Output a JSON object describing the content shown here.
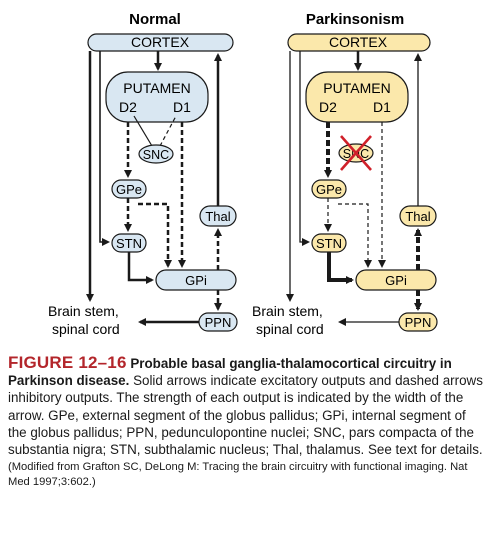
{
  "colors": {
    "normal_fill": "#d9e7f2",
    "parkinson_fill": "#fbe8ab",
    "lesion": "#d0202a",
    "caption_label": "#b3262b"
  },
  "normal": {
    "title": "Normal",
    "cortex": "CORTEX",
    "putamen": "PUTAMEN",
    "d2": "D2",
    "d1": "D1",
    "snc": "SNC",
    "gpe": "GPe",
    "stn": "STN",
    "gpi": "GPi",
    "thal": "Thal",
    "ppn": "PPN",
    "brainstem_line1": "Brain stem,",
    "brainstem_line2": "spinal cord"
  },
  "parkinsonism": {
    "title": "Parkinsonism",
    "cortex": "CORTEX",
    "putamen": "PUTAMEN",
    "d2": "D2",
    "d1": "D1",
    "snc": "SNC",
    "gpe": "GPe",
    "stn": "STN",
    "gpi": "GPi",
    "thal": "Thal",
    "ppn": "PPN",
    "brainstem_line1": "Brain stem,",
    "brainstem_line2": "spinal cord"
  },
  "caption": {
    "label": "FIGURE 12–16",
    "title": "Probable basal ganglia-thalamocortical circuitry in Parkinson disease.",
    "body": "Solid arrows indicate excitatory outputs and dashed arrows inhibitory outputs. The strength of each output is indicated by the width of the arrow. GPe, external segment of the globus pallidus; GPi, internal segment of the globus pallidus; PPN, pedunculopontine nuclei; SNC, pars compacta of the substantia nigra; STN, subthalamic nucleus; Thal, thalamus. See text for details.",
    "credit": "(Modified from Grafton SC, DeLong M: Tracing the brain circuitry with functional imaging. Nat Med 1997;3:602.)"
  }
}
